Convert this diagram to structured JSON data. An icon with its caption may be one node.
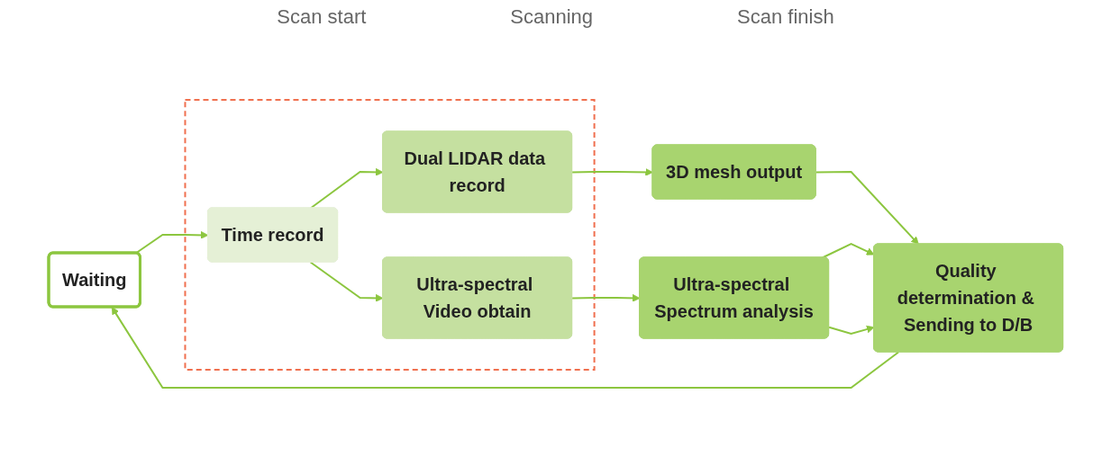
{
  "diagram": {
    "nodes": [
      {
        "text": [
          "Waiting"
        ]
      },
      {
        "text": [],
        "shape": "box"
      },
      {
        "text": [
          "Time record"
        ],
        "in": 1
      },
      {
        "text": [
          "Dual LIDAR data record"
        ],
        "in": 1
      },
      {
        "text": [
          "Ultra-spectral Video obtain"
        ],
        "in": 1
      },
      {
        "text": [
          "3D mesh output"
        ]
      },
      {
        "text": [
          "Ultra-spectral Spectrum analysis"
        ]
      },
      {
        "text": [
          "Quality determination & Sending to D/B"
        ]
      }
    ],
    "edges": [
      {
        "from": 0,
        "to": 2,
        "arrow": "to"
      },
      {
        "from": 2,
        "to": 3,
        "arrow": "to"
      },
      {
        "from": 2,
        "to": 4,
        "arrow": "to"
      },
      {
        "from": 3,
        "to": 5,
        "arrow": "to"
      },
      {
        "from": 4,
        "to": 6,
        "arrow": "to"
      },
      {
        "from": 6,
        "to": 7,
        "arrow": "to"
      },
      {
        "from": 5,
        "to": 7,
        "arrow": "to"
      },
      {
        "from": 6,
        "to": 7,
        "arrow": "to"
      },
      {
        "from": 7,
        "to": 0,
        "arrow": "to"
      }
    ],
    "labels": [
      "Scan start",
      "Scanning",
      "Scan finish"
    ]
  }
}
